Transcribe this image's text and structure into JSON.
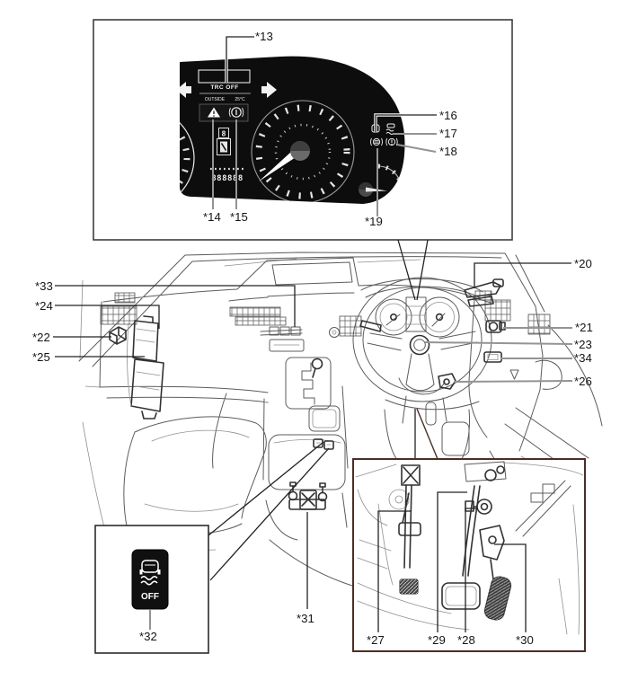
{
  "figure": {
    "type": "vehicle-service-manual-component-location-diagram",
    "views": [
      "instrument-cluster-detail",
      "instrument-panel-overview",
      "vsc-off-switch-detail",
      "pedal-area-detail"
    ]
  },
  "callouts": {
    "c13": "*13",
    "c14": "*14",
    "c15": "*15",
    "c16": "*16",
    "c17": "*17",
    "c18": "*18",
    "c19": "*19",
    "c20": "*20",
    "c21": "*21",
    "c22": "*22",
    "c23": "*23",
    "c24": "*24",
    "c25": "*25",
    "c26": "*26",
    "c27": "*27",
    "c28": "*28",
    "c29": "*29",
    "c30": "*30",
    "c31": "*31",
    "c32": "*32",
    "c33": "*33",
    "c34": "*34"
  },
  "cluster": {
    "display_message": "TRC OFF",
    "outside_label": "OUTSIDE",
    "outside_temp": "25°C",
    "gear_indicator": "8",
    "odometer": "888888"
  },
  "vsc_button": {
    "label": "OFF"
  },
  "icons": {
    "cluster": [
      "left-turn-signal-icon",
      "right-turn-signal-icon",
      "master-warning-triangle-icon",
      "round-indicator-icon",
      "square-telltale-icon",
      "slip-indicator-icon",
      "brake-telltale-icon",
      "exclamation-telltale-icon"
    ],
    "switch": "vsc-off-icon"
  },
  "colors": {
    "cluster_bg": "#0d0d0d",
    "vsc_button_bg": "#101010",
    "pedal_box_border": "#4a2e28",
    "callout_gray": "#949494",
    "line_dark": "#232323"
  }
}
